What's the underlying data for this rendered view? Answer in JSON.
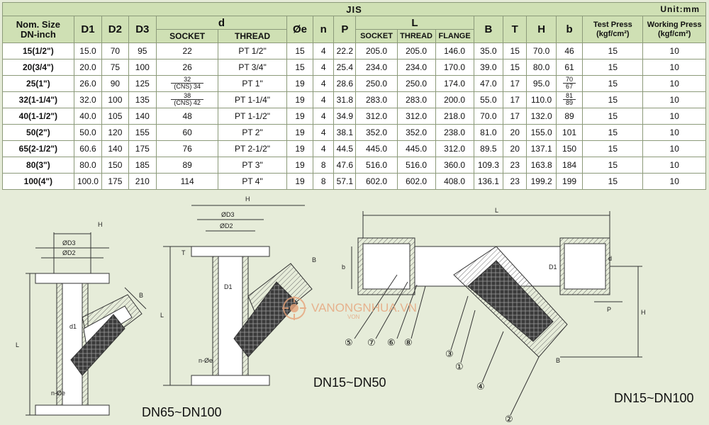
{
  "table": {
    "standard": "JIS",
    "unit": "Unit:mm",
    "headers": {
      "nom_size": "Nom. Size",
      "nom_unit": "DN-inch",
      "d1": "D1",
      "d2": "D2",
      "d3": "D3",
      "d": "d",
      "d_socket": "SOCKET",
      "d_thread": "THREAD",
      "oe": "Øe",
      "n": "n",
      "p": "P",
      "l": "L",
      "l_socket": "SOCKET",
      "l_thread": "THREAD",
      "l_flange": "FLANGE",
      "b_upper": "B",
      "t": "T",
      "h": "H",
      "b_lower": "b",
      "test_press": "Test Press",
      "test_press_unit": "(kgf/cm²)",
      "work_press": "Working Press",
      "work_press_unit": "(kgf/cm²)"
    },
    "rows": [
      {
        "nom": "15(1/2\")",
        "d1": "15.0",
        "d2": "70",
        "d3": "95",
        "d_socket": "22",
        "d_thread": "PT 1/2\"",
        "oe": "15",
        "n": "4",
        "p": "22.2",
        "l_socket": "205.0",
        "l_thread": "205.0",
        "l_flange": "146.0",
        "B": "35.0",
        "t": "15",
        "h": "70.0",
        "b": "46",
        "test": "15",
        "work": "10"
      },
      {
        "nom": "20(3/4\")",
        "d1": "20.0",
        "d2": "75",
        "d3": "100",
        "d_socket": "26",
        "d_thread": "PT 3/4\"",
        "oe": "15",
        "n": "4",
        "p": "25.4",
        "l_socket": "234.0",
        "l_thread": "234.0",
        "l_flange": "170.0",
        "B": "39.0",
        "t": "15",
        "h": "80.0",
        "b": "61",
        "test": "15",
        "work": "10"
      },
      {
        "nom": "25(1\")",
        "d1": "26.0",
        "d2": "90",
        "d3": "125",
        "d_socket": "32",
        "d_socket_sub": "(CNS) 34",
        "d_thread": "PT 1\"",
        "oe": "19",
        "n": "4",
        "p": "28.6",
        "l_socket": "250.0",
        "l_thread": "250.0",
        "l_flange": "174.0",
        "B": "47.0",
        "t": "17",
        "h": "95.0",
        "b": "70",
        "b_sub": "67",
        "test": "15",
        "work": "10"
      },
      {
        "nom": "32(1-1/4\")",
        "d1": "32.0",
        "d2": "100",
        "d3": "135",
        "d_socket": "38",
        "d_socket_sub": "(CNS) 42",
        "d_thread": "PT 1-1/4\"",
        "oe": "19",
        "n": "4",
        "p": "31.8",
        "l_socket": "283.0",
        "l_thread": "283.0",
        "l_flange": "200.0",
        "B": "55.0",
        "t": "17",
        "h": "110.0",
        "b": "81",
        "b_sub": "89",
        "test": "15",
        "work": "10"
      },
      {
        "nom": "40(1-1/2\")",
        "d1": "40.0",
        "d2": "105",
        "d3": "140",
        "d_socket": "48",
        "d_thread": "PT 1-1/2\"",
        "oe": "19",
        "n": "4",
        "p": "34.9",
        "l_socket": "312.0",
        "l_thread": "312.0",
        "l_flange": "218.0",
        "B": "70.0",
        "t": "17",
        "h": "132.0",
        "b": "89",
        "test": "15",
        "work": "10"
      },
      {
        "nom": "50(2\")",
        "d1": "50.0",
        "d2": "120",
        "d3": "155",
        "d_socket": "60",
        "d_thread": "PT 2\"",
        "oe": "19",
        "n": "4",
        "p": "38.1",
        "l_socket": "352.0",
        "l_thread": "352.0",
        "l_flange": "238.0",
        "B": "81.0",
        "t": "20",
        "h": "155.0",
        "b": "101",
        "test": "15",
        "work": "10"
      },
      {
        "nom": "65(2-1/2\")",
        "d1": "60.6",
        "d2": "140",
        "d3": "175",
        "d_socket": "76",
        "d_thread": "PT 2-1/2\"",
        "oe": "19",
        "n": "4",
        "p": "44.5",
        "l_socket": "445.0",
        "l_thread": "445.0",
        "l_flange": "312.0",
        "B": "89.5",
        "t": "20",
        "h": "137.1",
        "b": "150",
        "test": "15",
        "work": "10"
      },
      {
        "nom": "80(3\")",
        "d1": "80.0",
        "d2": "150",
        "d3": "185",
        "d_socket": "89",
        "d_thread": "PT 3\"",
        "oe": "19",
        "n": "8",
        "p": "47.6",
        "l_socket": "516.0",
        "l_thread": "516.0",
        "l_flange": "360.0",
        "B": "109.3",
        "t": "23",
        "h": "163.8",
        "b": "184",
        "test": "15",
        "work": "10"
      },
      {
        "nom": "100(4\")",
        "d1": "100.0",
        "d2": "175",
        "d3": "210",
        "d_socket": "114",
        "d_thread": "PT 4\"",
        "oe": "19",
        "n": "8",
        "p": "57.1",
        "l_socket": "602.0",
        "l_thread": "602.0",
        "l_flange": "408.0",
        "B": "136.1",
        "t": "23",
        "h": "199.2",
        "b": "199",
        "test": "15",
        "work": "10"
      }
    ]
  },
  "drawings": {
    "range_flanged_large": "DN65~DN100",
    "range_flanged_small": "DN15~DN50",
    "range_socket": "DN15~DN100",
    "dims": {
      "H": "H",
      "D3": "ØD3",
      "D2": "ØD2",
      "T": "T",
      "B": "B",
      "L": "L",
      "d1": "d1",
      "D1": "D1",
      "ne": "n-Øe",
      "b": "b",
      "d": "d",
      "P": "P"
    },
    "parts": [
      "①",
      "②",
      "③",
      "④",
      "⑤",
      "⑥",
      "⑦",
      "⑧"
    ]
  },
  "watermark": {
    "text": "VANONGNHUA.VN",
    "sub": "VON"
  },
  "colors": {
    "header_bg": "#cfe0b4",
    "page_bg": "#e6ecd9",
    "line": "#8c9a7a",
    "watermark": "#e7a37a"
  }
}
